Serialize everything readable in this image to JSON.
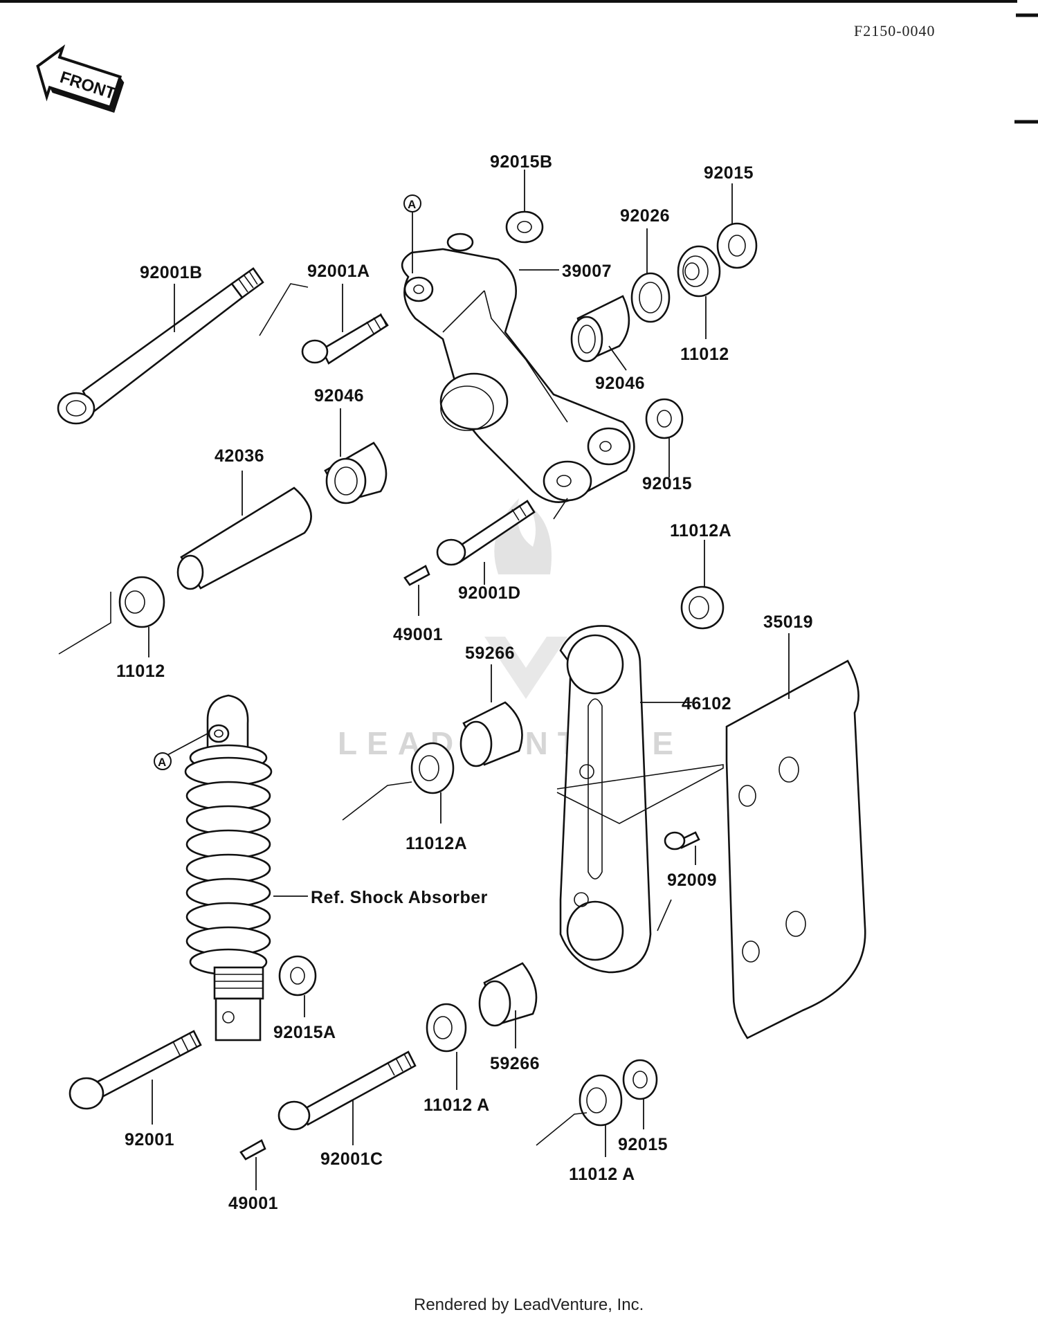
{
  "header": {
    "diagram_code": "F2150-0040",
    "front_marker": "FRONT",
    "ref_marker": "A"
  },
  "labels": {
    "p_92015B": "92015B",
    "p_92015_top": "92015",
    "p_92026": "92026",
    "p_92001B": "92001B",
    "p_92001A": "92001A",
    "p_39007": "39007",
    "p_11012_right": "11012",
    "p_92046_right": "92046",
    "p_92046_left": "92046",
    "p_42036": "42036",
    "p_92015_mid": "92015",
    "p_11012A_top": "11012A",
    "p_92001D": "92001D",
    "p_49001_top": "49001",
    "p_11012_left": "11012",
    "p_35019": "35019",
    "p_59266_top": "59266",
    "p_46102": "46102",
    "p_11012A_mid": "11012A",
    "p_92009": "92009",
    "p_ref_shock": "Ref. Shock Absorber",
    "p_92015A": "92015A",
    "p_59266_bottom": "59266",
    "p_92001": "92001",
    "p_11012A_bottom": "11012 A",
    "p_92015_bottom": "92015",
    "p_92001C": "92001C",
    "p_11012A_bottom2": "11012 A",
    "p_49001_bottom": "49001"
  },
  "watermark": "LEADVENTURE",
  "footer": {
    "credit": "Rendered by LeadVenture, Inc."
  }
}
